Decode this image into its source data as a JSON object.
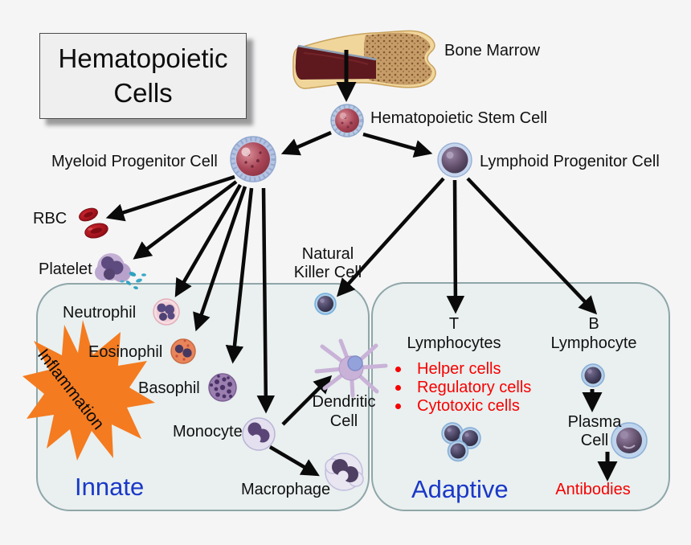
{
  "title": {
    "text": "Hematopoietic Cells"
  },
  "nodes": {
    "bone_marrow": "Bone Marrow",
    "hsc": "Hematopoietic Stem Cell",
    "myeloid": "Myeloid Progenitor  Cell",
    "lymphoid": "Lymphoid Progenitor Cell",
    "rbc": "RBC",
    "platelet": "Platelet",
    "neutrophil": "Neutrophil",
    "eosinophil": "Eosinophil",
    "basophil": "Basophil",
    "monocyte": "Monocyte",
    "macrophage": "Macrophage",
    "dendritic_line1": "Dendritic",
    "dendritic_line2": "Cell",
    "nk_line1": "Natural",
    "nk_line2": "Killer Cell",
    "t_line1": "T",
    "t_line2": "Lymphocytes",
    "b_line1": "B",
    "b_line2": "Lymphocyte",
    "plasma_line1": "Plasma",
    "plasma_line2": "Cell",
    "antibodies": "Antibodies",
    "inflammation": "Inflammation"
  },
  "regions": {
    "innate": "Innate",
    "adaptive": "Adaptive"
  },
  "t_cell_types": [
    "Helper cells",
    "Regulatory cells",
    "Cytotoxic cells"
  ],
  "colors": {
    "blue_label": "#1a38c8",
    "red_label": "#f70000",
    "star_orange": "#f47b20",
    "box_fill": "#e9f0ef",
    "box_border": "#8fa6a9",
    "background": "#f5f5f6"
  }
}
